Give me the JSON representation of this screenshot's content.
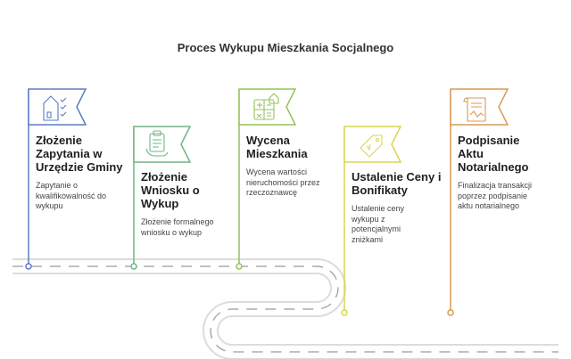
{
  "title": "Proces Wykupu Mieszkania Socjalnego",
  "colors": {
    "step1": "#5b7bc4",
    "step2": "#6fb580",
    "step3": "#93c35a",
    "step4": "#d8d64f",
    "step5": "#d99a56",
    "road": "#dcdcdc",
    "dash": "#9a9a9a"
  },
  "steps": [
    {
      "name": "Złożenie Zapytania w Urzędzie Gminy",
      "desc": "Zapytanie o kwalifikowalność do wykupu",
      "icon": "checklist-house-icon"
    },
    {
      "name": "Złożenie Wniosku o Wykup",
      "desc": "Złożenie formalnego wniosku o wykup",
      "icon": "clipboard-hand-icon"
    },
    {
      "name": "Wycena Mieszkania",
      "desc": "Wycena wartości nieruchomości przez rzeczoznawcę",
      "icon": "calculator-house-icon"
    },
    {
      "name": "Ustalenie Ceny i Bonifikaty",
      "desc": "Ustalenie ceny wykupu z potencjalnymi zniżkami",
      "icon": "price-tag-icon"
    },
    {
      "name": "Podpisanie Aktu Notarialnego",
      "desc": "Finalizacja transakcji poprzez podpisanie aktu notarialnego",
      "icon": "signed-scroll-icon"
    }
  ]
}
